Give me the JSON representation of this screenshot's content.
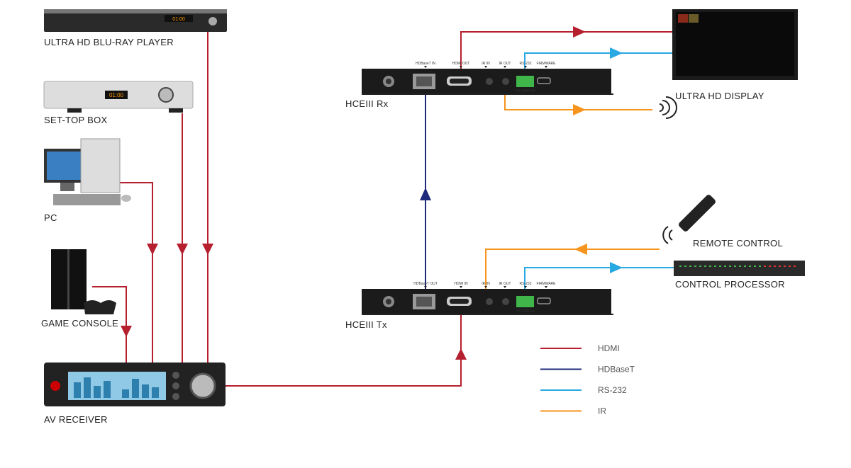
{
  "devices": {
    "bluray": "ULTRA HD BLU-RAY PLAYER",
    "stb": "SET-TOP BOX",
    "pc": "PC",
    "console": "GAME CONSOLE",
    "receiver": "AV RECEIVER",
    "rx": "HCEIII Rx",
    "tx": "HCEIII Tx",
    "display": "ULTRA HD DISPLAY",
    "remote": "REMOTE CONTROL",
    "processor": "CONTROL PROCESSOR",
    "bluray_display": "01:00",
    "stb_display": "01:00"
  },
  "rx_ports": [
    "HDBaseT IN",
    "HDMI OUT",
    "IR IN",
    "IR OUT",
    "RS-232",
    "FIRMWARE"
  ],
  "tx_ports": [
    "HDBaseT OUT",
    "HDMI IN",
    "IR IN",
    "IR OUT",
    "RS-232",
    "FIRMWARE"
  ],
  "terminal_label": "TX GND RX",
  "legend": [
    {
      "label": "HDMI",
      "color": "#b51f2e"
    },
    {
      "label": "HDBaseT",
      "color": "#1e2a7c"
    },
    {
      "label": "RS-232",
      "color": "#29a9e1"
    },
    {
      "label": "IR",
      "color": "#f7941d"
    }
  ]
}
